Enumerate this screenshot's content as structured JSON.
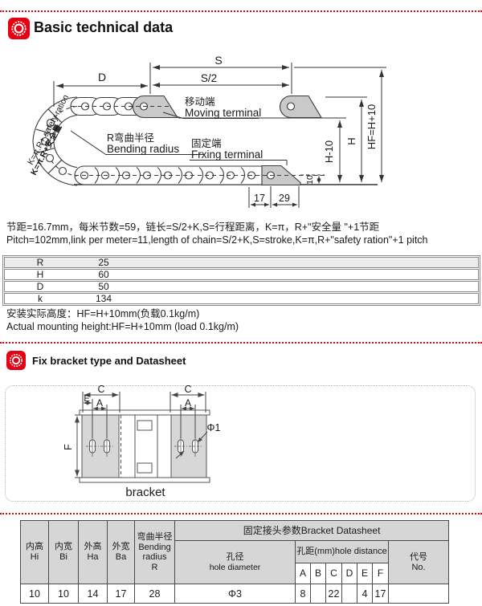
{
  "accent_color": "#e60012",
  "section_basic": {
    "title": "Basic technical data",
    "diagram": {
      "dim_s": "S",
      "dim_s2": "S/2",
      "dim_d": "D",
      "dim_h": "H",
      "dim_h10": "H-10",
      "dim_hf": "HF=H+10",
      "dim_10": "10",
      "dim_17": "17",
      "dim_29": "29",
      "moving_cn": "移动端",
      "moving_en": "Moving terminal",
      "bending_cn": "R弯曲半径",
      "bending_en": "Bending radius",
      "fixing_cn": "固定端",
      "fixing_en": "Frxing terminal",
      "curve_en": "K=π.R+ safety ration",
      "curve_cn": "K=π.R+安全量"
    },
    "pitch_line_cn": "节距=16.7mm，每米节数=59，链长=S/2+K,S=行程距离，K=π，R+\"安全量 \"+1节距",
    "pitch_line_en": "Pitch=102mm,link per meter=11,length of chain=S/2+K,S=stroke,K=π,R+\"safety ration\"+1 pitch",
    "spec_table": {
      "rows": [
        {
          "label": "R",
          "value": "25"
        },
        {
          "label": "H",
          "value": "60"
        },
        {
          "label": "D",
          "value": "50"
        },
        {
          "label": "k",
          "value": "134"
        }
      ]
    },
    "mounting_cn": "安装实际高度：HF=H+10mm(负载0.1kg/m)",
    "mounting_en": "Actual mounting height:HF=H+10mm (load 0.1kg/m)"
  },
  "section_bracket": {
    "title": "Fix bracket type and Datasheet",
    "diagram": {
      "dim_c": "C",
      "dim_e": "E",
      "dim_a": "A",
      "dim_f": "F",
      "hole_label": "Φ1",
      "caption": "bracket"
    },
    "datasheet": {
      "col_hi_cn": "内高",
      "col_hi": "Hi",
      "col_bi_cn": "内宽",
      "col_bi": "Bi",
      "col_ha_cn": "外高",
      "col_ha": "Ha",
      "col_ba_cn": "外宽",
      "col_ba": "Ba",
      "col_r_lines": [
        "弯曲半径",
        "Bending",
        "radius",
        "R"
      ],
      "group_header": "固定接头参数Bracket Datasheet",
      "hole_cn": "孔径",
      "hole_en": "hole diameter",
      "distance_header": "孔距(mm)hole distance",
      "distance_cols": [
        "A",
        "B",
        "C",
        "D",
        "E",
        "F"
      ],
      "no_cn": "代号",
      "no_en": "No.",
      "row": {
        "hi": "10",
        "bi": "10",
        "ha": "14",
        "ba": "17",
        "r": "28",
        "hole": "Φ3",
        "a": "8",
        "b": "",
        "c": "22",
        "d": "",
        "e": "4",
        "f": "17",
        "no": ""
      }
    }
  }
}
